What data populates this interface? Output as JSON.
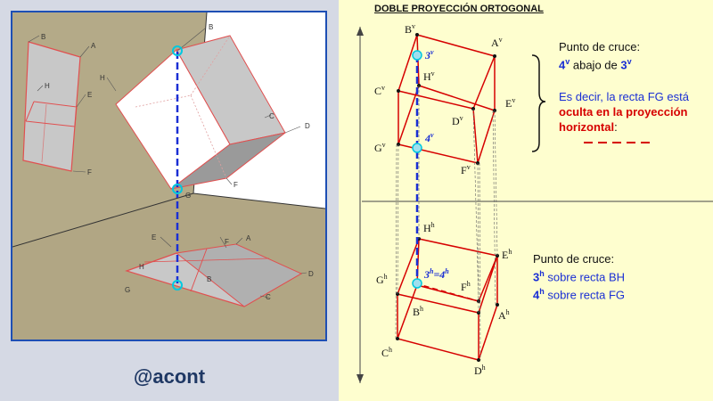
{
  "left": {
    "watermark": "@acont",
    "wall_labels": {
      "B": "B",
      "A": "A",
      "H": "H",
      "E": "E",
      "F": "F"
    },
    "cube_labels": {
      "B": "B",
      "H": "H",
      "C": "C",
      "D": "D",
      "F": "F",
      "G": "G"
    },
    "floor_labels": {
      "E": "E",
      "F": "F",
      "A": "A",
      "H": "H",
      "D": "D",
      "B": "B",
      "C": "C",
      "G": "G"
    }
  },
  "right": {
    "title": "DOBLE PROYECCIÓN ORTOGONAL",
    "vertical_labels": {
      "B": {
        "base": "B",
        "sup": "v"
      },
      "A": {
        "base": "A",
        "sup": "v"
      },
      "H": {
        "base": "H",
        "sup": "v"
      },
      "C": {
        "base": "C",
        "sup": "v"
      },
      "E": {
        "base": "E",
        "sup": "v"
      },
      "D": {
        "base": "D",
        "sup": "v"
      },
      "G": {
        "base": "G",
        "sup": "v"
      },
      "F": {
        "base": "F",
        "sup": "v"
      },
      "p3": {
        "base": "3",
        "sup": "v"
      },
      "p4": {
        "base": "4",
        "sup": "v"
      }
    },
    "horizontal_labels": {
      "H": {
        "base": "H",
        "sup": "h"
      },
      "E": {
        "base": "E",
        "sup": "h"
      },
      "G": {
        "base": "G",
        "sup": "h"
      },
      "F": {
        "base": "F",
        "sup": "h"
      },
      "B": {
        "base": "B",
        "sup": "h"
      },
      "A": {
        "base": "A",
        "sup": "h"
      },
      "C": {
        "base": "C",
        "sup": "h"
      },
      "D": {
        "base": "D",
        "sup": "h"
      },
      "p3": {
        "base": "3",
        "sup": "h"
      },
      "eq": "=",
      "p4": {
        "base": "4",
        "sup": "h"
      }
    },
    "note1": {
      "line1": "Punto de cruce:",
      "n4": "4",
      "sup_v": "v",
      "abajo": " abajo de ",
      "n3": "3",
      "sup_v2": "v"
    },
    "note2": {
      "line1": "Es decir, la recta FG está",
      "line2": "oculta en la proyección",
      "line3": "horizontal",
      "colon": ":"
    },
    "note3": {
      "line1": "Punto de cruce:",
      "n3": "3",
      "sup_h": "h",
      "text3": " sobre recta BH",
      "n4": "4",
      "sup_h2": "h",
      "text4": " sobre recta FG"
    }
  }
}
